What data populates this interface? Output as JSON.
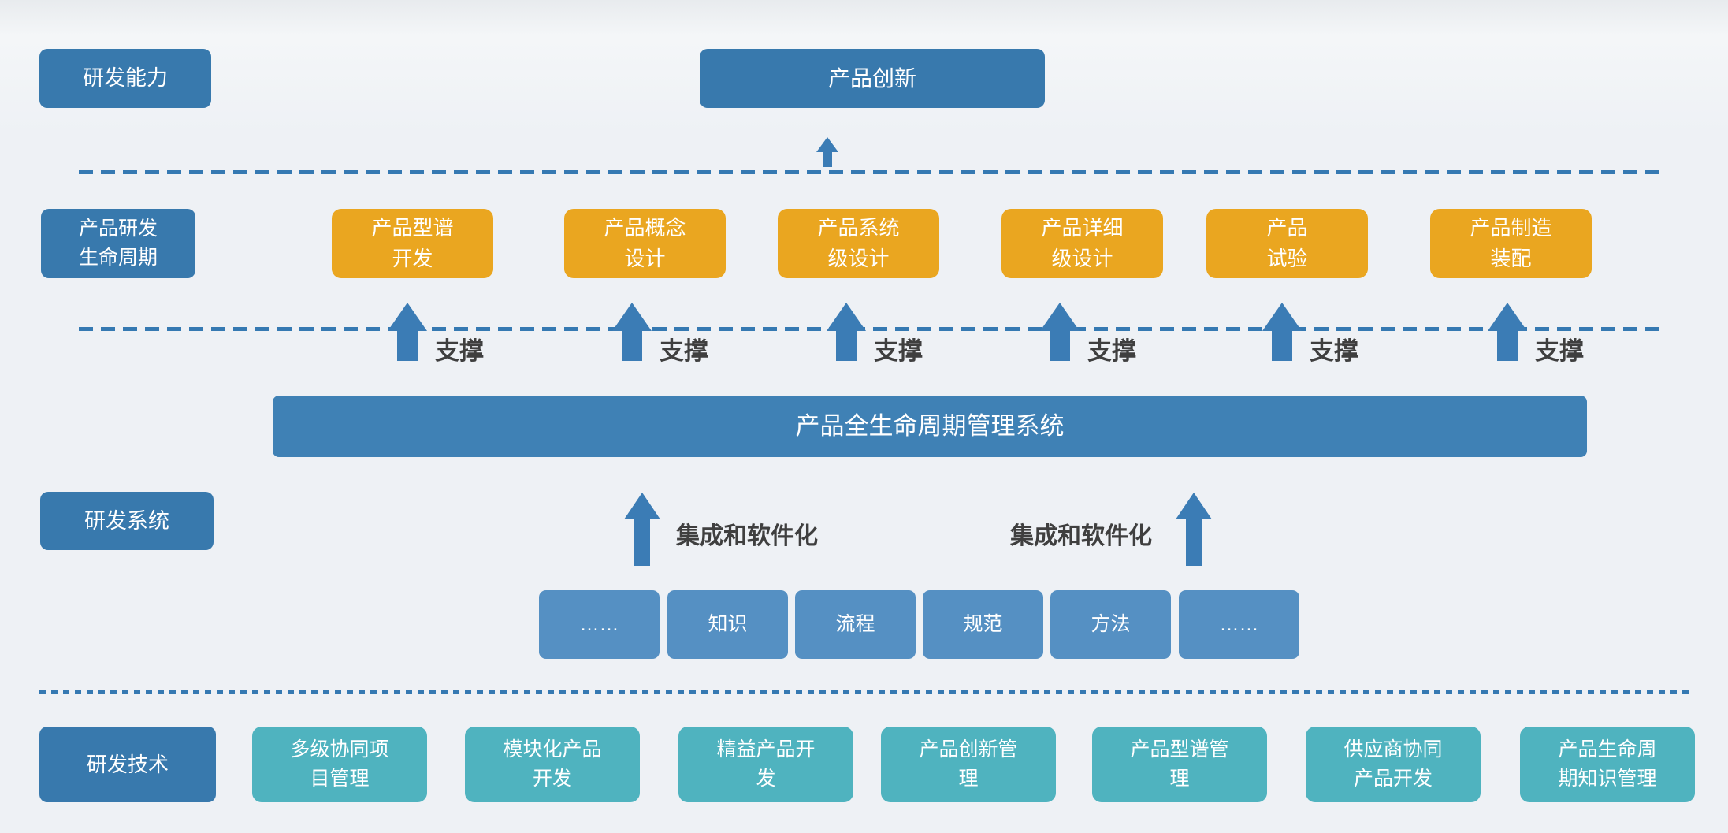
{
  "palette": {
    "dark_blue": "#3879ad",
    "bar_blue": "#3f81b5",
    "light_blue": "#5590c3",
    "orange": "#eaa620",
    "teal": "#4fb3bf",
    "arrow_blue": "#3b7cb5",
    "line_blue": "#3579b2",
    "label_text": "#3f3f3f",
    "background": "#eef1f5"
  },
  "capability_row": {
    "side_label": "研发能力",
    "innovation_label": "产品创新"
  },
  "lifecycle_row": {
    "side_label": "产品研发\n生命周期",
    "stages": [
      {
        "label": "产品型谱\n开发"
      },
      {
        "label": "产品概念\n设计"
      },
      {
        "label": "产品系统\n级设计"
      },
      {
        "label": "产品详细\n级设计"
      },
      {
        "label": "产品\n试验"
      },
      {
        "label": "产品制造\n装配"
      }
    ],
    "support_label": "支撑"
  },
  "system_row": {
    "plm_bar_label": "产品全生命周期管理系统",
    "side_label": "研发系统",
    "integration_label": "集成和软件化",
    "elements": [
      {
        "label": "……"
      },
      {
        "label": "知识"
      },
      {
        "label": "流程"
      },
      {
        "label": "规范"
      },
      {
        "label": "方法"
      },
      {
        "label": "……"
      }
    ]
  },
  "technology_row": {
    "side_label": "研发技术",
    "items": [
      {
        "label": "多级协同项\n目管理"
      },
      {
        "label": "模块化产品\n开发"
      },
      {
        "label": "精益产品开\n发"
      },
      {
        "label": "产品创新管\n理"
      },
      {
        "label": "产品型谱管\n理"
      },
      {
        "label": "供应商协同\n产品开发"
      },
      {
        "label": "产品生命周\n期知识管理"
      }
    ]
  }
}
